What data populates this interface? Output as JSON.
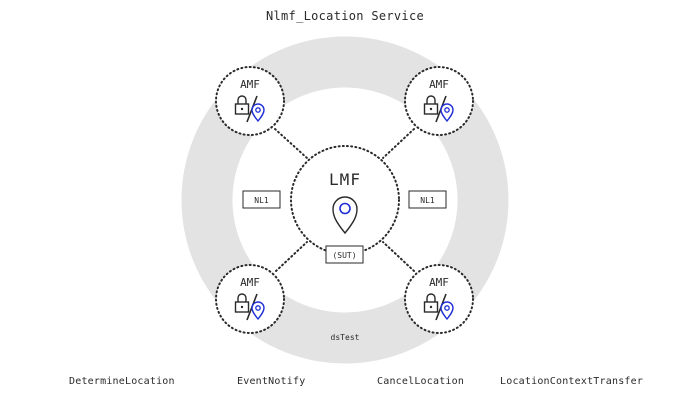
{
  "title": "Nlmf_Location Service",
  "center_node": {
    "label": "LMF",
    "tag": "(SUT)"
  },
  "amf_nodes": [
    {
      "label": "AMF"
    },
    {
      "label": "AMF"
    },
    {
      "label": "AMF"
    },
    {
      "label": "AMF"
    }
  ],
  "interfaces": [
    {
      "label": "NL1"
    },
    {
      "label": "NL1"
    }
  ],
  "ring_label": "dsTest",
  "operations": [
    "DetermineLocation",
    "EventNotify",
    "CancelLocation",
    "LocationContextTransfer"
  ],
  "colors": {
    "ring": "#e3e3e3",
    "location_pin": "#1f2fd6",
    "outline": "#2a2a2a"
  },
  "icons": {
    "amf": [
      "lock-icon",
      "slash-icon",
      "location-pin-icon"
    ],
    "lmf": "location-pin-icon"
  }
}
